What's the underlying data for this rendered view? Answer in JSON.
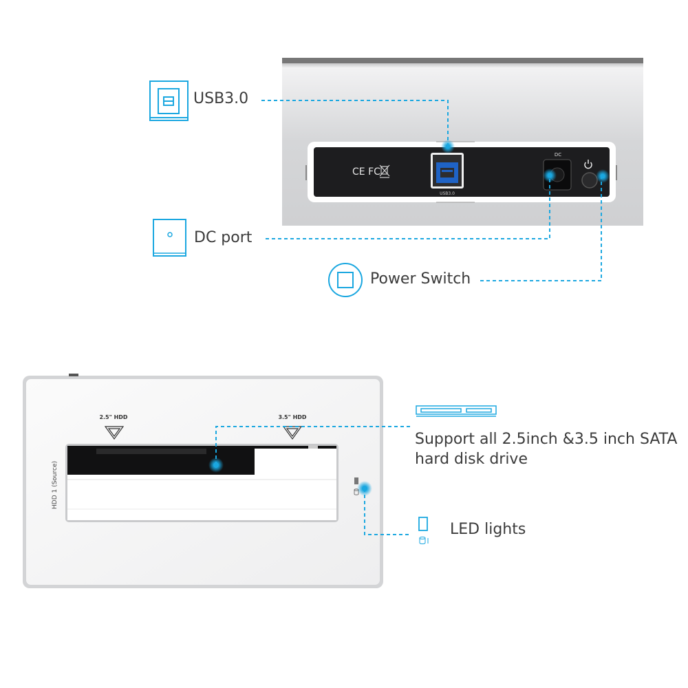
{
  "colors": {
    "accent": "#1aa7e0",
    "panel_black": "#1d1d1f",
    "silver": "#d9dadc"
  },
  "top_device": {
    "cert_marks": "CE FC",
    "usb_port_label": "USB3.0",
    "dc_label": "DC",
    "power_icon": "power-icon"
  },
  "callouts": {
    "usb": "USB3.0",
    "dc_port": "DC port",
    "power_switch": "Power Switch",
    "support_line1": "Support all 2.5inch &3.5 inch SATA",
    "support_line2": "hard disk drive",
    "led": "LED lights"
  },
  "bottom_device": {
    "slot_25_label": "2.5\" HDD",
    "slot_35_label": "3.5\" HDD",
    "side_label": "HDD 1 (Source)"
  }
}
